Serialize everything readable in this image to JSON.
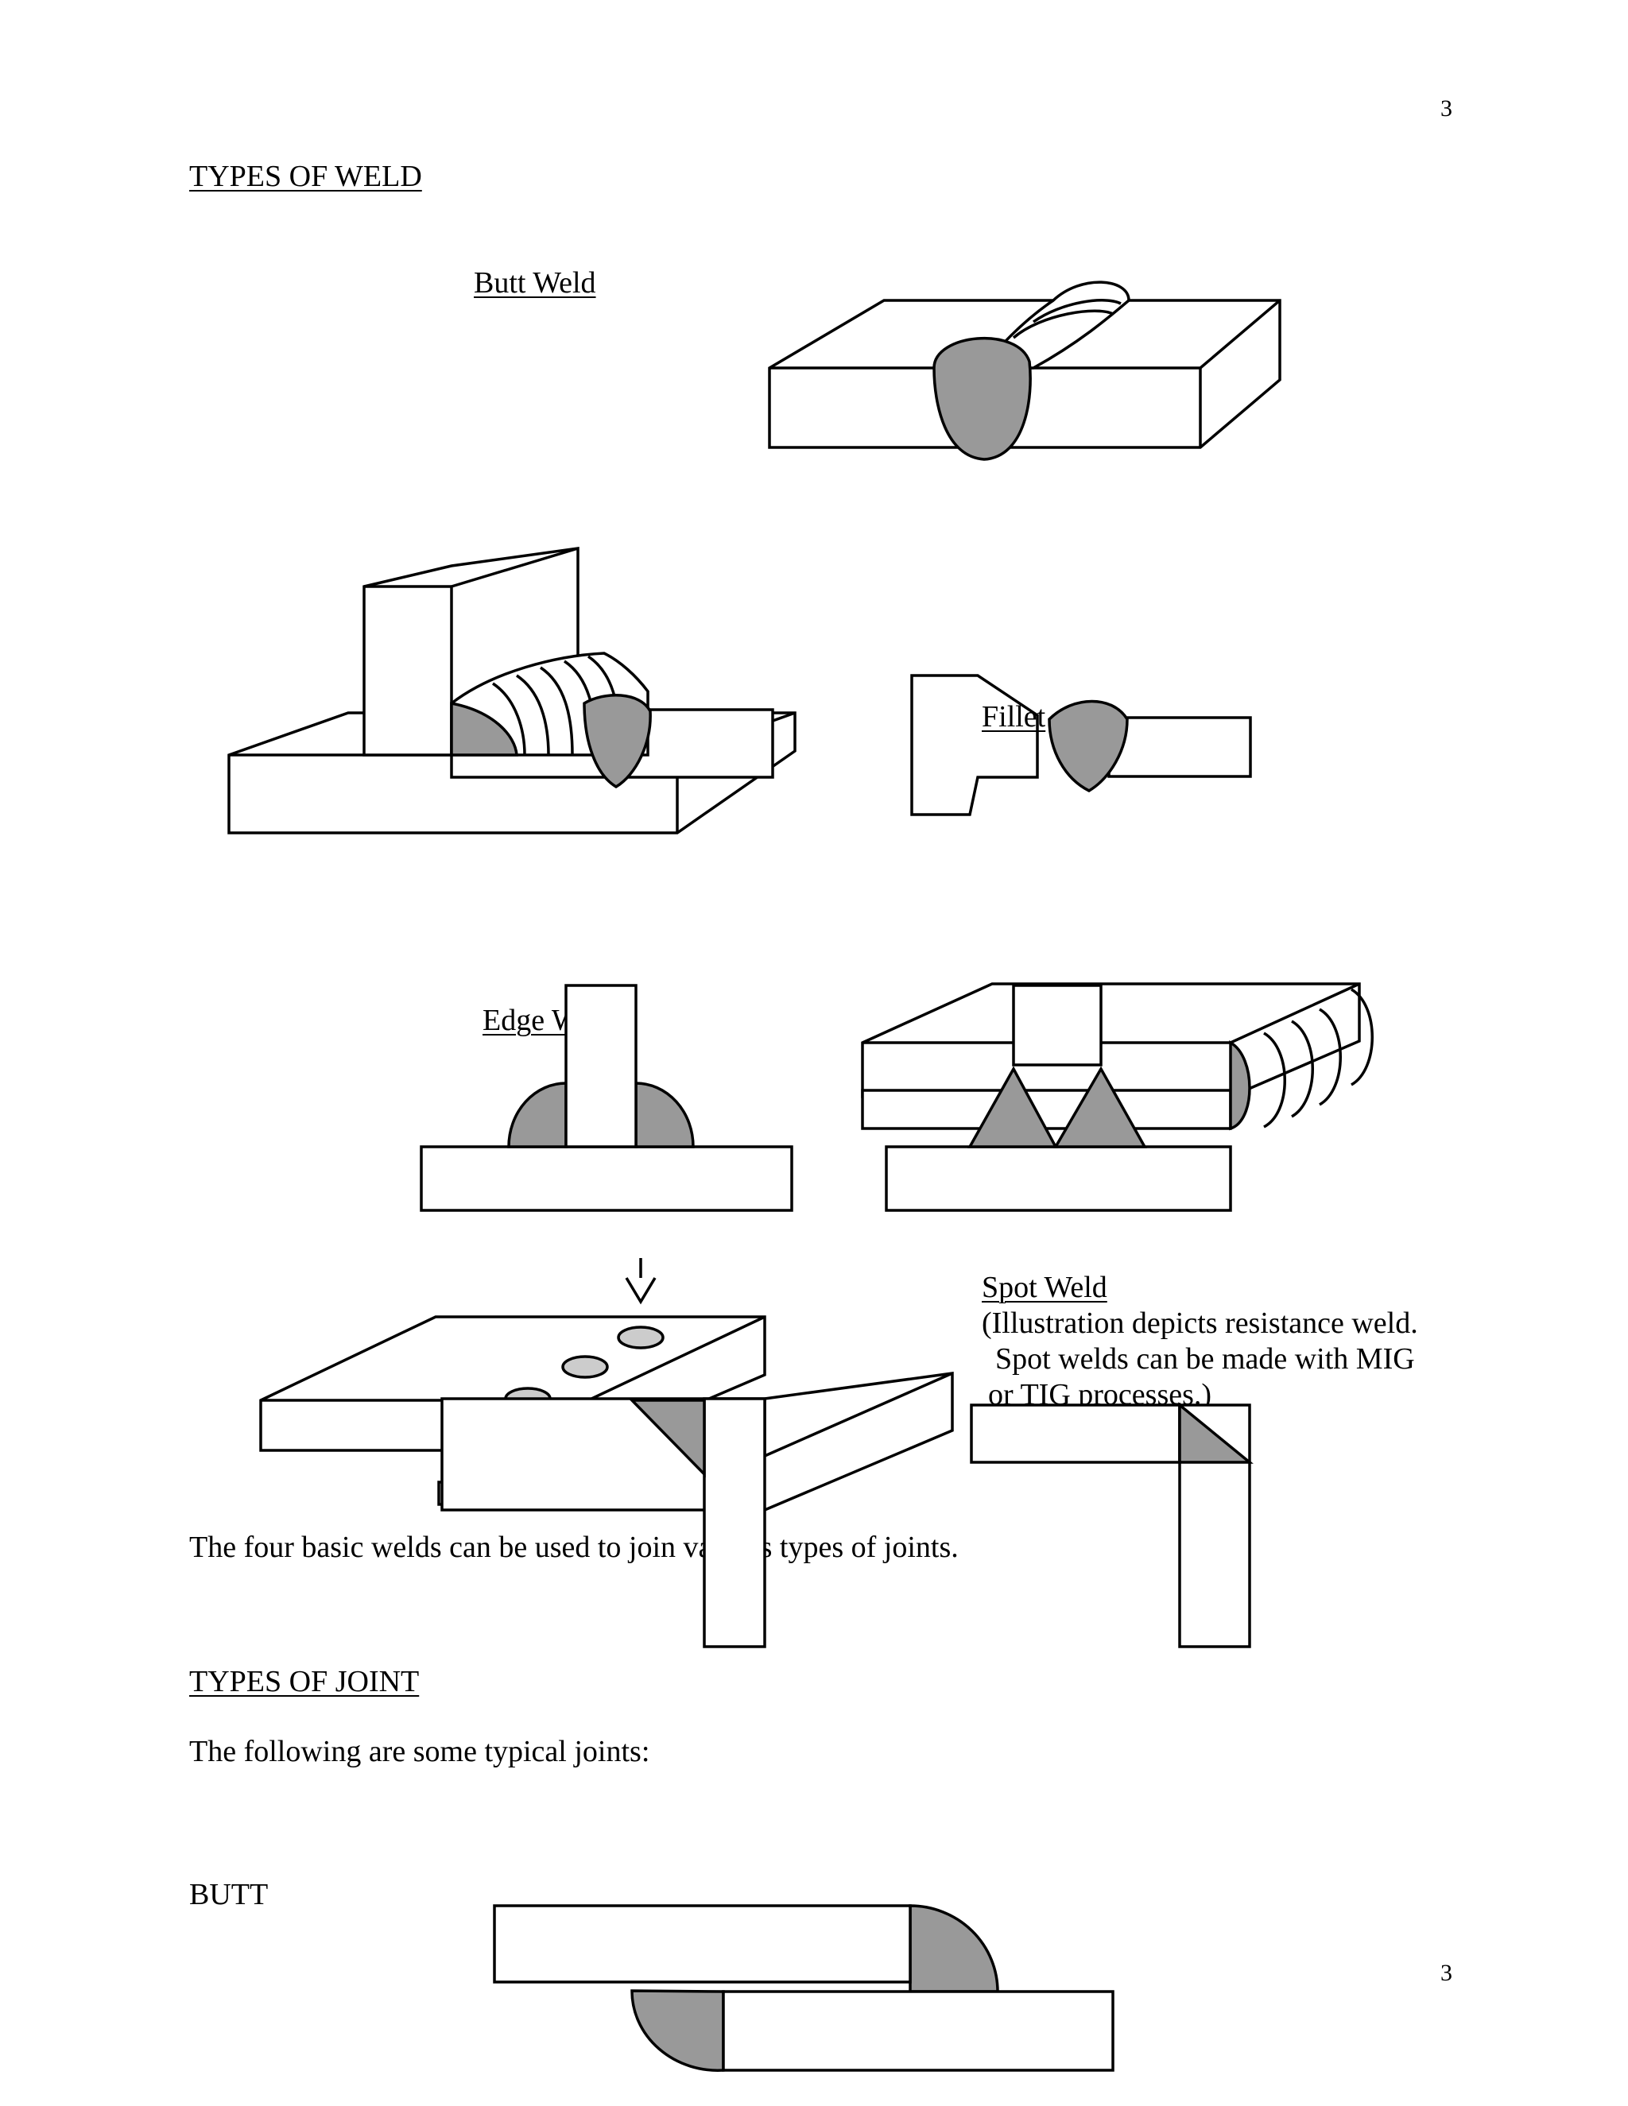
{
  "page": {
    "page_number_top": "3",
    "page_number_bottom": "3",
    "heading_welds": "TYPES OF WELD",
    "label_butt_weld": "Butt Weld",
    "label_fillet": "Fillet",
    "label_edge": "Edge W",
    "spot_title": "Spot Weld",
    "spot_note_1": "(Illustration depicts resistance weld.",
    "spot_note_2": "Spot welds can be made with MIG",
    "spot_note_3": "or TIG processes.)",
    "para_four_basic": "The four basic welds can be used to join various types of joints.",
    "heading_joints": "TYPES OF JOINT",
    "para_typical": "The following are some typical joints:",
    "label_butt_joint": "BUTT"
  },
  "colors": {
    "weld_fill": "#999999",
    "spot_fill": "#cccccc",
    "outline": "#000000",
    "background": "#ffffff"
  }
}
